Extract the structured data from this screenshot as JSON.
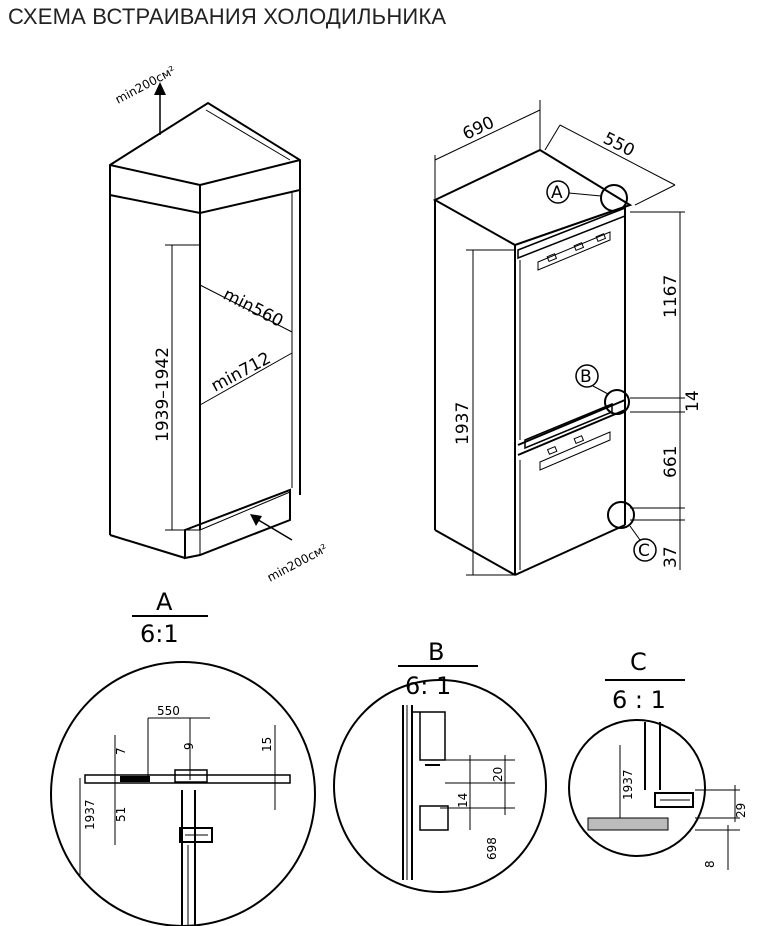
{
  "title": "СХЕМА ВСТРАИВАНИЯ ХОЛОДИЛЬНИКА",
  "niche": {
    "vent_top": "min200см²",
    "vent_bottom": "min200см²",
    "width": "min560",
    "depth": "min712",
    "height": "1939–1942"
  },
  "fridge": {
    "width": "690",
    "depth": "550",
    "height": "1937",
    "upper": "1167",
    "gap": "14",
    "lower": "661",
    "base": "37",
    "callout_a": "A",
    "callout_b": "B",
    "callout_c": "C"
  },
  "detail_a": {
    "letter": "A",
    "scale": "6:1",
    "dim_550": "550",
    "dim_7": "7",
    "dim_9": "9",
    "dim_15": "15",
    "dim_1937": "1937",
    "dim_51": "51"
  },
  "detail_b": {
    "letter": "B",
    "scale": "6: 1",
    "dim_20": "20",
    "dim_14": "14",
    "dim_698": "698"
  },
  "detail_c": {
    "letter": "C",
    "scale": "6 : 1",
    "dim_1937": "1937",
    "dim_29": "29",
    "dim_8": "8"
  }
}
